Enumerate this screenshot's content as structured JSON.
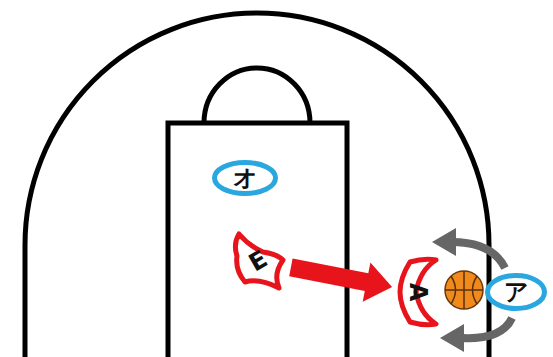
{
  "diagram": {
    "nodes": [
      {
        "text": [
          "オ"
        ]
      },
      {
        "text": [
          "E"
        ]
      },
      {
        "text": [
          "A"
        ]
      },
      {
        "text": [
          "ア"
        ]
      }
    ],
    "edges": [
      {
        "from": 1,
        "to": 2,
        "arrow": "to"
      }
    ]
  }
}
